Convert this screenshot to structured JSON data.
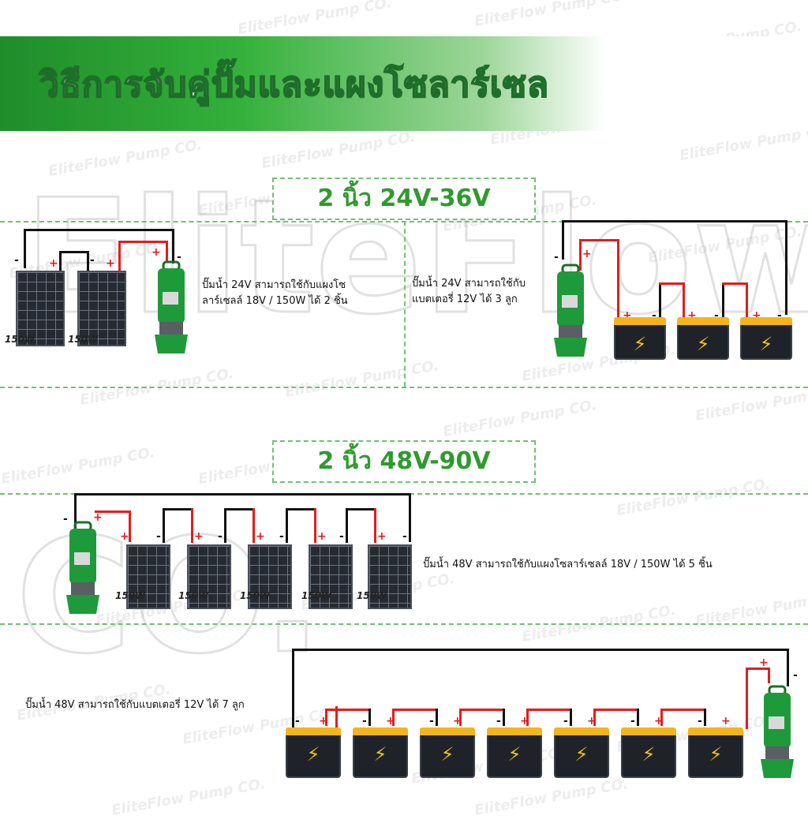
{
  "title": "วิธีการจับคู่ปั๊มและแผงโซลาร์เซล",
  "watermark": {
    "text": "EliteFlow Pump CO.",
    "big_text": "EliteFlow CO."
  },
  "sections": [
    {
      "title": "2 นิ้ว 24V-36V"
    },
    {
      "title": "2 นิ้ว 48V-90V"
    }
  ],
  "descriptions": {
    "s1_solar_line1": "ปั๊มน้ำ 24V สามารถใช้กับแผงโซ",
    "s1_solar_line2": "ลาร์เซลล์ 18V / 150W ได้ 2 ชิ้น",
    "s1_battery_line1": "ปั๊มน้ำ 24V สามารถใช้กับ",
    "s1_battery_line2": "แบตเตอรี่ 12V ได้ 3 ลูก",
    "s2_solar": "ปั๊มน้ำ 48V สามารถใช้กับแผงโซลาร์เซลล์ 18V / 150W ได้ 5 ชิ้น",
    "s2_battery": "ปั๊มน้ำ 48V สามารถใช้กับแบตเตอรี่ 12V ได้ 7 ลูก"
  },
  "panel_label": "150W",
  "plus": "+",
  "minus": "-",
  "battery_icon": "lightning-bolt-icon",
  "colors": {
    "accent_green": "#2f9a2f",
    "wire_red": "#e21d1d",
    "wire_black": "#111111",
    "battery_top": "#f3b51a"
  }
}
